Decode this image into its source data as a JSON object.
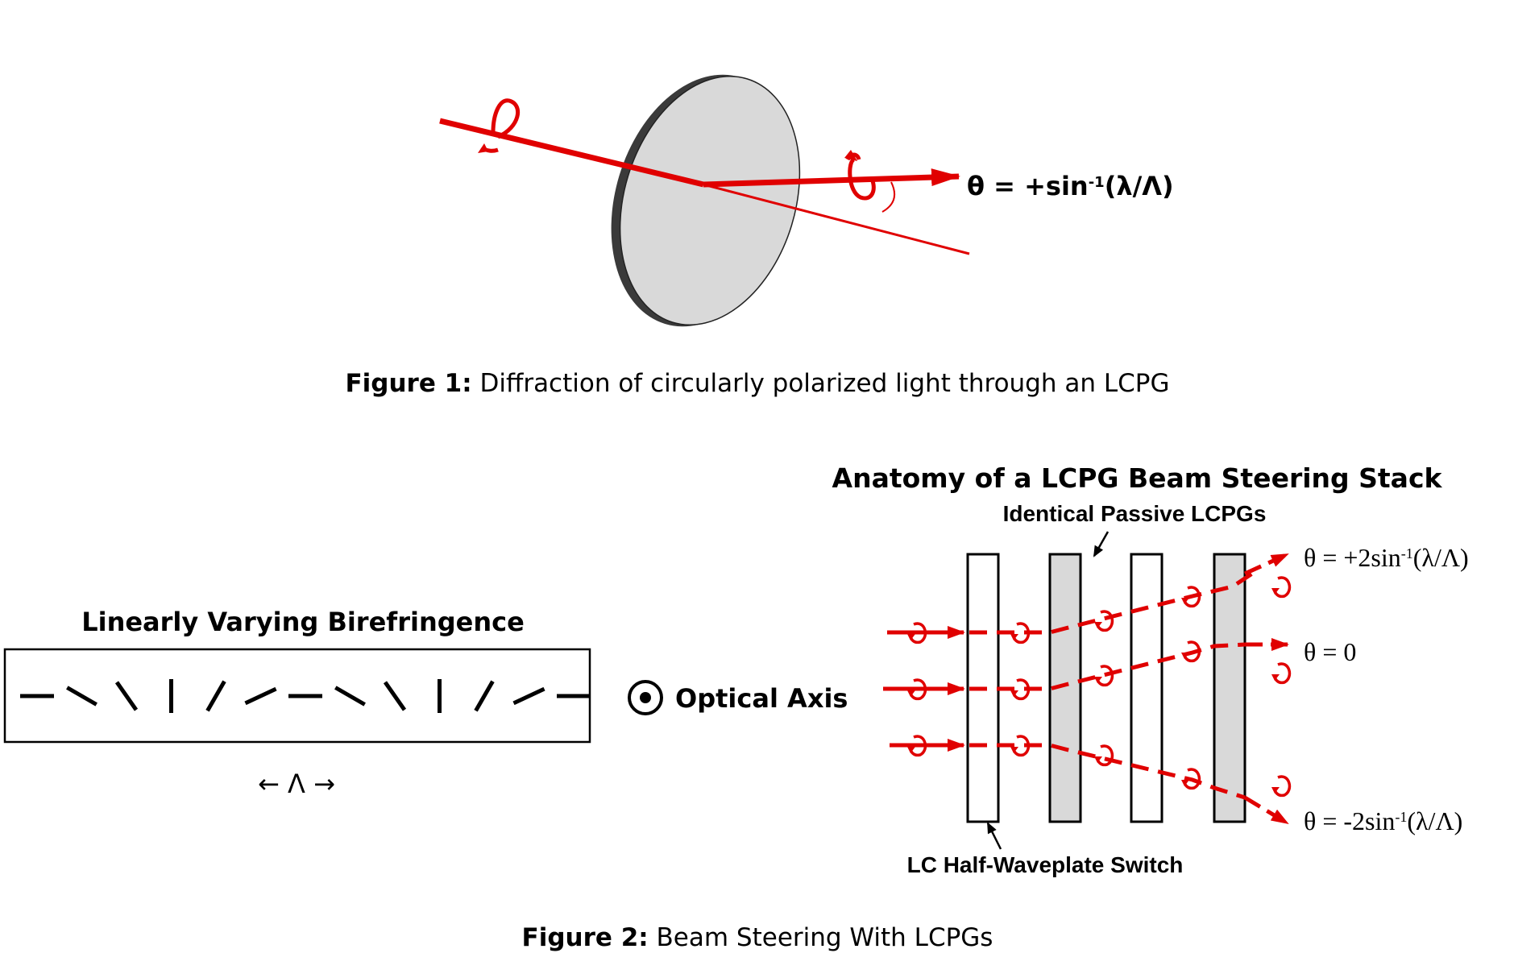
{
  "colors": {
    "beam": "#e00000",
    "plate_fill": "#d9d9d9",
    "plate_edge": "#444444",
    "ink": "#000000"
  },
  "figure1": {
    "angle_label": "θ = +sin",
    "angle_label_sup": "-1",
    "angle_label_tail": "(λ/Λ)",
    "caption_bold": "Figure 1:",
    "caption_text": " Diffraction of circularly polarized light through an LCPG"
  },
  "figure2": {
    "birefringence_title": "Linearly Varying Birefringence",
    "period_label": "← Λ →",
    "optical_axis_label": "Optical Axis",
    "stack_title": "Anatomy of a LCPG Beam Steering Stack",
    "passive_label": "Identical Passive LCPGs",
    "switch_label": "LC Half-Waveplate Switch",
    "out_top_main": "θ = +2sin",
    "out_top_sup": "-1",
    "out_top_tail": "(λ/Λ)",
    "out_mid": "θ = 0",
    "out_bot_main": "θ = -2sin",
    "out_bot_sup": "-1",
    "out_bot_tail": "(λ/Λ)",
    "caption_bold": "Figure 2:",
    "caption_text": " Beam Steering With LCPGs",
    "lc_orientations_deg": [
      0,
      30,
      55,
      90,
      120,
      155,
      0,
      30,
      55,
      90,
      120,
      155,
      0
    ]
  }
}
